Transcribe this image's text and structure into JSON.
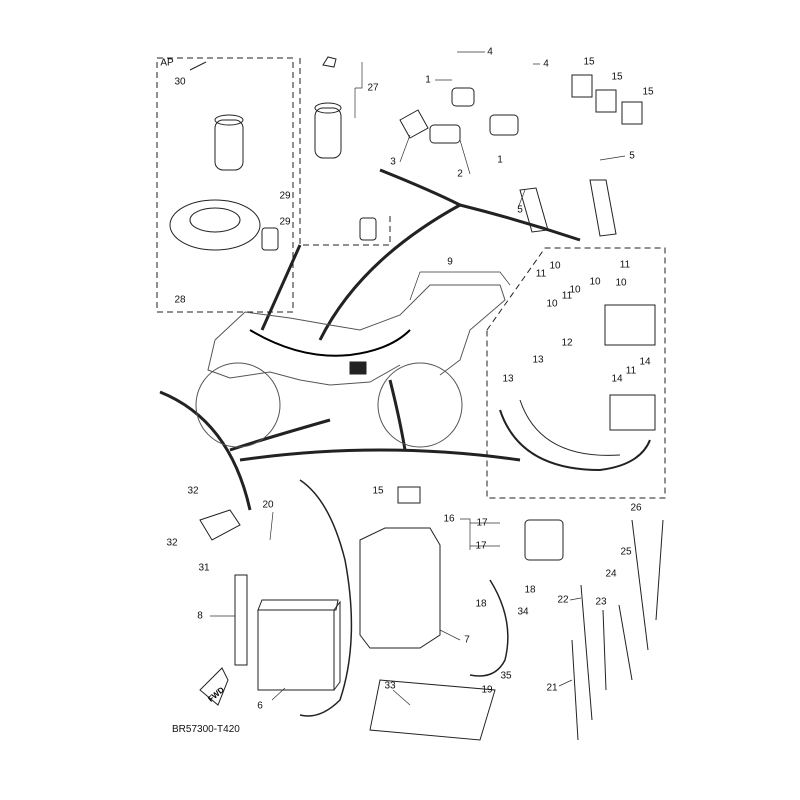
{
  "diagram": {
    "drawing_code": "BR57300-T420",
    "direction_arrow": "FWD",
    "optional_group_label": "AP",
    "callouts": [
      "30",
      "28",
      "27",
      "29",
      "29",
      "4",
      "4",
      "1",
      "1",
      "2",
      "3",
      "5",
      "5",
      "15",
      "15",
      "15",
      "9",
      "10",
      "11",
      "10",
      "10",
      "11",
      "10",
      "11",
      "10",
      "12",
      "13",
      "13",
      "14",
      "11",
      "14",
      "32",
      "32",
      "31",
      "20",
      "15",
      "16",
      "17",
      "17",
      "18",
      "18",
      "26",
      "25",
      "24",
      "22",
      "23",
      "8",
      "7",
      "34",
      "6",
      "19",
      "35",
      "21",
      "33"
    ]
  }
}
